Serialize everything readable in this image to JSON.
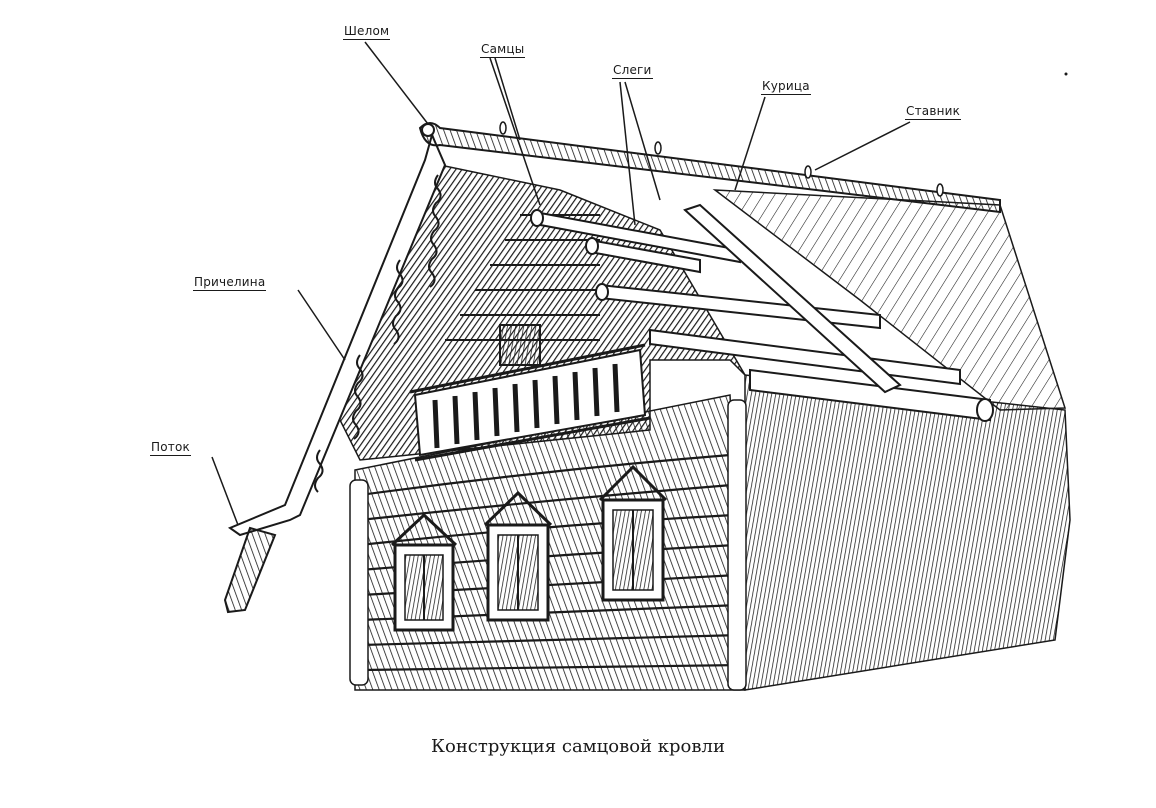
{
  "labels": {
    "shelom": "Шелом",
    "samtsy": "Самцы",
    "slegi": "Слеги",
    "kuritsa": "Курица",
    "stamik": "Ставник",
    "prichelina": "Причелина",
    "potok": "Поток"
  },
  "caption": "Конструкция самцовой кровли",
  "colors": {
    "ink": "#1a1a1a",
    "paper": "#ffffff"
  }
}
